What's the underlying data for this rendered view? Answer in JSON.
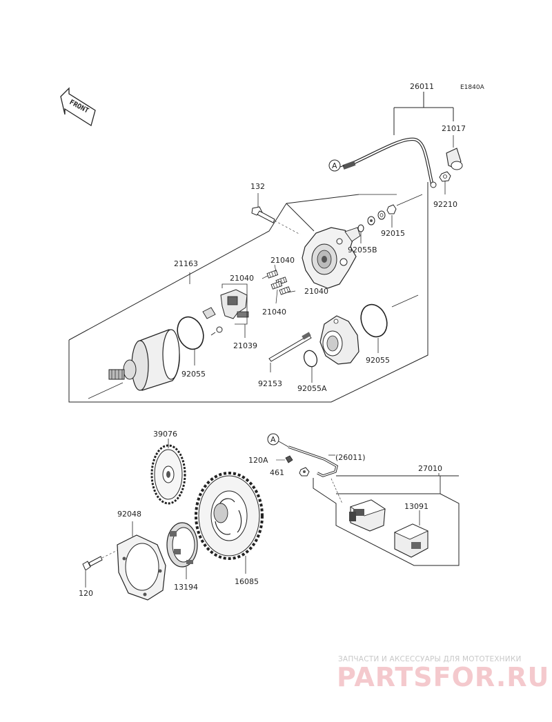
{
  "diagram_code": "E1840A",
  "front_label": "FRONT",
  "reference_marker": "A",
  "parts": {
    "p26011": "26011",
    "p21017": "21017",
    "p92210": "92210",
    "p132": "132",
    "p92015": "92015",
    "p92055B": "92055B",
    "p21163": "21163",
    "p21040a": "21040",
    "p21040b": "21040",
    "p21040c": "21040",
    "p21040d": "21040",
    "p21039": "21039",
    "p92055a": "92055",
    "p92055b": "92055",
    "p92153": "92153",
    "p92055A": "92055A",
    "p39076": "39076",
    "p120A": "120A",
    "p26011ref": "(26011)",
    "p461": "461",
    "p27010": "27010",
    "p92048": "92048",
    "p13091": "13091",
    "p120": "120",
    "p13194": "13194",
    "p16085": "16085"
  },
  "watermark": {
    "top_text": "ЗАПЧАСТИ И АКСЕССУАРЫ ДЛЯ МОТОТЕХНИКИ",
    "logo_text": "PARTSFOR.RU"
  }
}
